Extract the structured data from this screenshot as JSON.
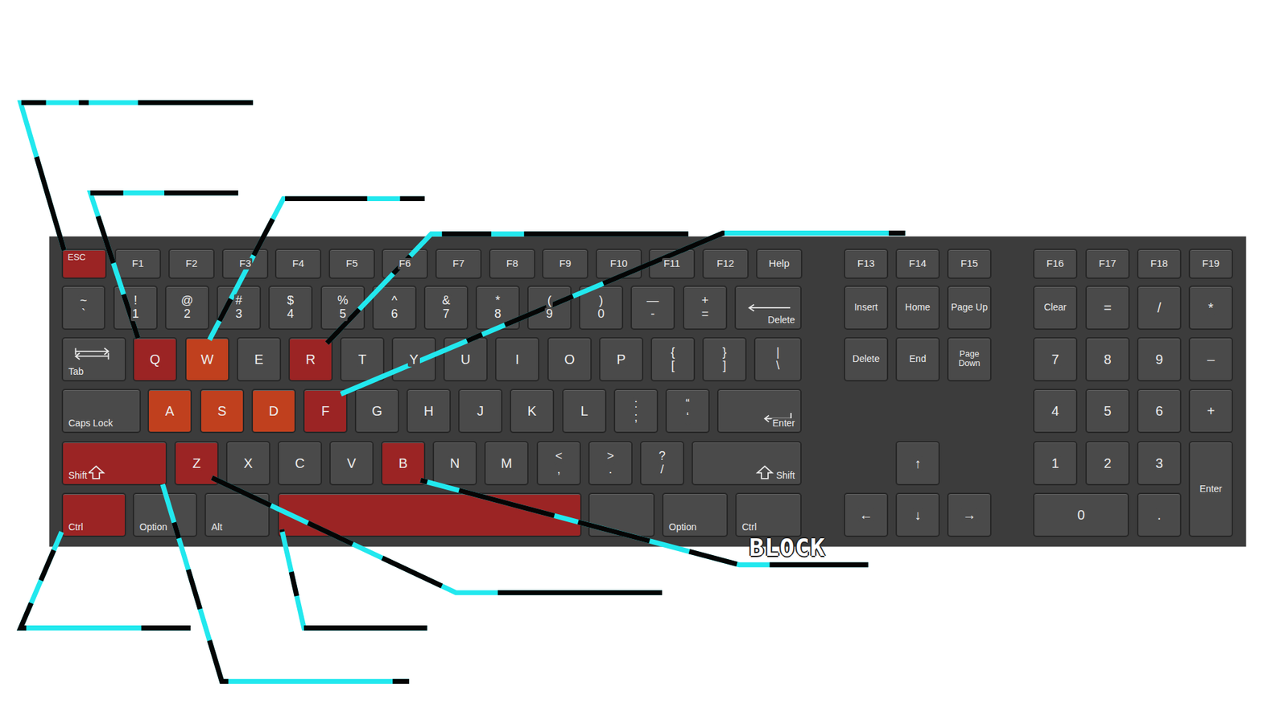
{
  "diagram": {
    "nodes": [
      {
        "text": [
          "ESC"
        ]
      },
      {
        "text": [
          "F1"
        ]
      },
      {
        "text": [
          "F2"
        ]
      },
      {
        "text": [
          "F3"
        ]
      },
      {
        "text": [
          "F4"
        ]
      },
      {
        "text": [
          "F5"
        ]
      },
      {
        "text": [
          "F6"
        ]
      },
      {
        "text": [
          "F7"
        ]
      },
      {
        "text": [
          "F8"
        ]
      },
      {
        "text": [
          "F9"
        ]
      },
      {
        "text": [
          "F10"
        ]
      },
      {
        "text": [
          "F11"
        ]
      },
      {
        "text": [
          "F12"
        ]
      },
      {
        "text": [
          "Help"
        ]
      },
      {
        "text": [
          "F13"
        ]
      },
      {
        "text": [
          "F14"
        ]
      },
      {
        "text": [
          "F15"
        ]
      },
      {
        "text": [
          "F16"
        ]
      },
      {
        "text": [
          "F17"
        ]
      },
      {
        "text": [
          "F18"
        ]
      },
      {
        "text": [
          "F19"
        ]
      },
      {
        "text": [
          "~",
          "`"
        ]
      },
      {
        "text": [
          "!",
          "1"
        ]
      },
      {
        "text": [
          "@",
          "2"
        ]
      },
      {
        "text": [
          "#",
          "3"
        ]
      },
      {
        "text": [
          "$",
          "4"
        ]
      },
      {
        "text": [
          "%",
          "5"
        ]
      },
      {
        "text": [
          "^",
          "6"
        ]
      },
      {
        "text": [
          "&",
          "7"
        ]
      },
      {
        "text": [
          "*",
          "8"
        ]
      },
      {
        "text": [
          "(",
          "9"
        ]
      },
      {
        "text": [
          ")",
          "0"
        ]
      },
      {
        "text": [
          "—",
          "-"
        ]
      },
      {
        "text": [
          "+",
          "="
        ]
      },
      {
        "text": [
          "Delete"
        ]
      },
      {
        "text": [
          "Insert"
        ]
      },
      {
        "text": [
          "Home"
        ]
      },
      {
        "text": [
          "Page Up"
        ]
      },
      {
        "text": [
          "Clear"
        ]
      },
      {
        "text": [
          "="
        ]
      },
      {
        "text": [
          "/"
        ]
      },
      {
        "text": [
          "*"
        ]
      },
      {
        "text": [
          "Tab"
        ]
      },
      {
        "text": [
          "Q"
        ]
      },
      {
        "text": [
          "W"
        ]
      },
      {
        "text": [
          "E"
        ]
      },
      {
        "text": [
          "R"
        ]
      },
      {
        "text": [
          "T"
        ]
      },
      {
        "text": [
          "Y"
        ]
      },
      {
        "text": [
          "U"
        ]
      },
      {
        "text": [
          "I"
        ]
      },
      {
        "text": [
          "O"
        ]
      },
      {
        "text": [
          "P"
        ]
      },
      {
        "text": [
          "{",
          "["
        ]
      },
      {
        "text": [
          "}",
          "]"
        ]
      },
      {
        "text": [
          "|",
          "\\"
        ]
      },
      {
        "text": [
          "Delete"
        ]
      },
      {
        "text": [
          "End"
        ]
      },
      {
        "text": [
          "Page Down"
        ]
      },
      {
        "text": [
          "7"
        ]
      },
      {
        "text": [
          "8"
        ]
      },
      {
        "text": [
          "9"
        ]
      },
      {
        "text": [
          "–"
        ]
      },
      {
        "text": [
          "Caps Lock"
        ]
      },
      {
        "text": [
          "A"
        ]
      },
      {
        "text": [
          "S"
        ]
      },
      {
        "text": [
          "D"
        ]
      },
      {
        "text": [
          "F"
        ]
      },
      {
        "text": [
          "G"
        ]
      },
      {
        "text": [
          "H"
        ]
      },
      {
        "text": [
          "J"
        ]
      },
      {
        "text": [
          "K"
        ]
      },
      {
        "text": [
          "L"
        ]
      },
      {
        "text": [
          ":",
          ";"
        ]
      },
      {
        "text": [
          "“",
          "‘"
        ]
      },
      {
        "text": [
          "Enter"
        ]
      },
      {
        "text": [
          "4"
        ]
      },
      {
        "text": [
          "5"
        ]
      },
      {
        "text": [
          "6"
        ]
      },
      {
        "text": [
          "+"
        ]
      },
      {
        "text": [
          "Shift"
        ]
      },
      {
        "text": [
          "Z"
        ]
      },
      {
        "text": [
          "X"
        ]
      },
      {
        "text": [
          "C"
        ]
      },
      {
        "text": [
          "V"
        ]
      },
      {
        "text": [
          "B"
        ]
      },
      {
        "text": [
          "N"
        ]
      },
      {
        "text": [
          "M"
        ]
      },
      {
        "text": [
          "<",
          ","
        ]
      },
      {
        "text": [
          ">",
          "."
        ]
      },
      {
        "text": [
          "?",
          "/"
        ]
      },
      {
        "text": [
          "Shift"
        ]
      },
      {
        "text": [
          "↑"
        ]
      },
      {
        "text": [
          "1"
        ]
      },
      {
        "text": [
          "2"
        ]
      },
      {
        "text": [
          "3"
        ]
      },
      {
        "text": [
          "Enter"
        ]
      },
      {
        "text": [
          "Ctrl"
        ]
      },
      {
        "text": [
          "Option"
        ]
      },
      {
        "text": [
          "Alt"
        ]
      },
      {
        "text": [
          "Option"
        ]
      },
      {
        "text": [
          "Ctrl"
        ]
      },
      {
        "text": [
          "←"
        ]
      },
      {
        "text": [
          "↓"
        ]
      },
      {
        "text": [
          "→"
        ]
      },
      {
        "text": [
          "0"
        ]
      },
      {
        "text": [
          "."
        ]
      }
    ],
    "labels": [
      "BLOCK"
    ]
  }
}
